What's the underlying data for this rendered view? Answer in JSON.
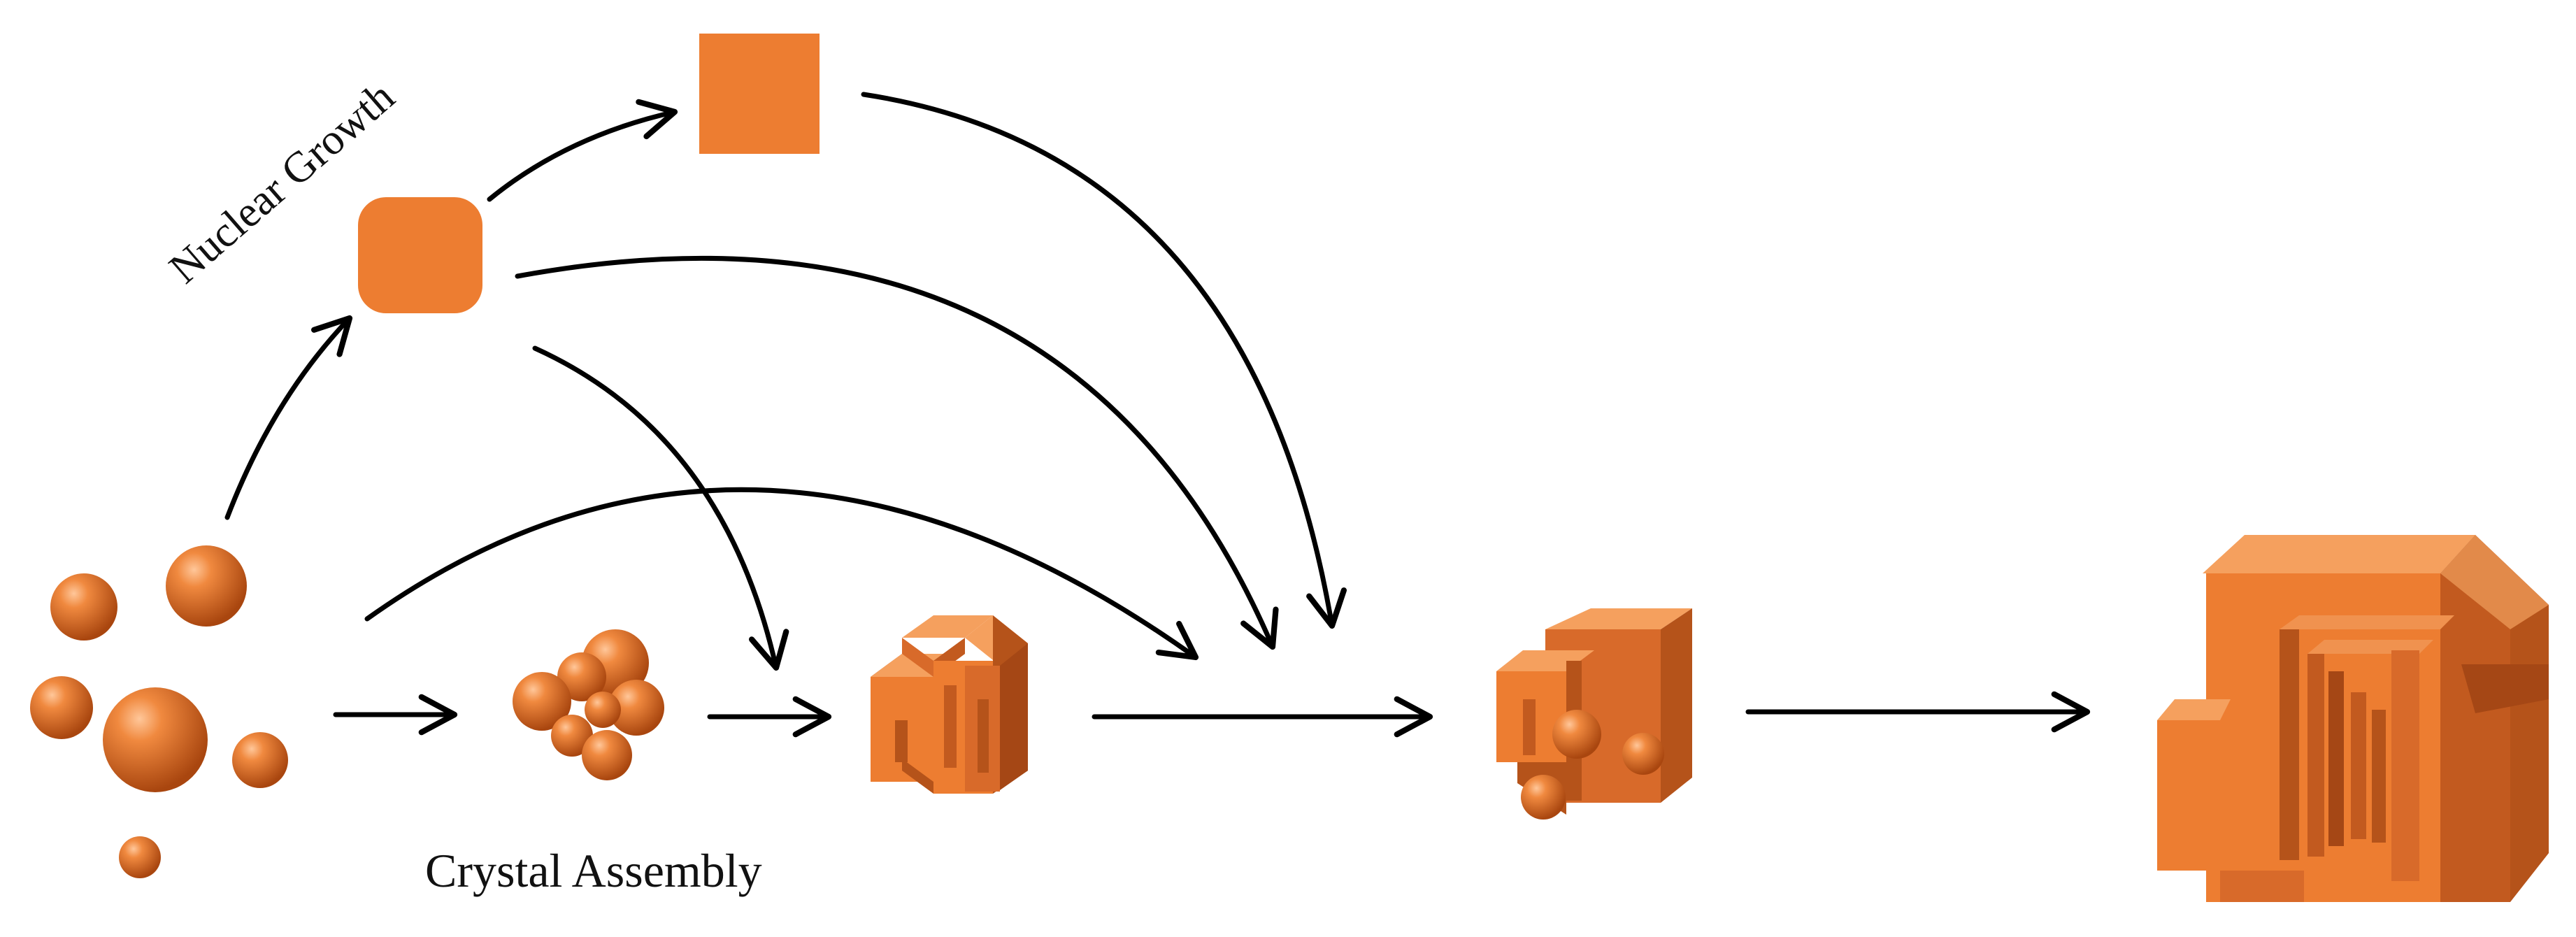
{
  "labels": {
    "nuclear_growth": "Nuclear Growth",
    "crystal_assembly": "Crystal Assembly"
  },
  "colors": {
    "orange": "#ED7D31",
    "orange_light": "#F5A05E",
    "orange_dark": "#B5531A",
    "arrow": "#000000"
  },
  "nodes": [
    {
      "id": "nuclei",
      "kind": "spheres"
    },
    {
      "id": "rounded-square",
      "kind": "rounded-square"
    },
    {
      "id": "square",
      "kind": "square"
    },
    {
      "id": "sphere-aggregate",
      "kind": "sphere-cluster"
    },
    {
      "id": "small-stepped-cube",
      "kind": "stepped-cube"
    },
    {
      "id": "cube-with-spheres",
      "kind": "stepped-cube-with-spheres"
    },
    {
      "id": "large-stepped-cube",
      "kind": "stepped-cube"
    }
  ]
}
